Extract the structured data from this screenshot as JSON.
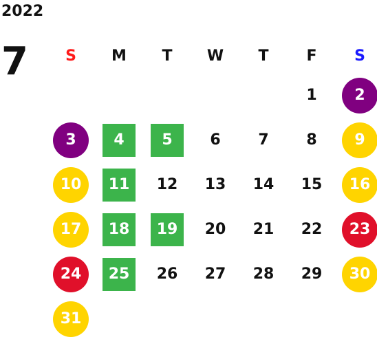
{
  "year": "2022",
  "month": "7",
  "colors": {
    "sunday_header": "#ff1a1a",
    "saturday_header": "#1a1aff",
    "purple": "#800080",
    "yellow": "#ffd400",
    "red": "#e0102a",
    "green": "#3cb44b"
  },
  "weekdays": [
    "S",
    "M",
    "T",
    "W",
    "T",
    "F",
    "S"
  ],
  "days": [
    {
      "label": "1",
      "col": 6,
      "row": 1,
      "style": "none"
    },
    {
      "label": "2",
      "col": 7,
      "row": 1,
      "style": "purple"
    },
    {
      "label": "3",
      "col": 1,
      "row": 2,
      "style": "purple"
    },
    {
      "label": "4",
      "col": 2,
      "row": 2,
      "style": "green"
    },
    {
      "label": "5",
      "col": 3,
      "row": 2,
      "style": "green"
    },
    {
      "label": "6",
      "col": 4,
      "row": 2,
      "style": "none"
    },
    {
      "label": "7",
      "col": 5,
      "row": 2,
      "style": "none"
    },
    {
      "label": "8",
      "col": 6,
      "row": 2,
      "style": "none"
    },
    {
      "label": "9",
      "col": 7,
      "row": 2,
      "style": "yellow"
    },
    {
      "label": "10",
      "col": 1,
      "row": 3,
      "style": "yellow"
    },
    {
      "label": "11",
      "col": 2,
      "row": 3,
      "style": "green"
    },
    {
      "label": "12",
      "col": 3,
      "row": 3,
      "style": "none"
    },
    {
      "label": "13",
      "col": 4,
      "row": 3,
      "style": "none"
    },
    {
      "label": "14",
      "col": 5,
      "row": 3,
      "style": "none"
    },
    {
      "label": "15",
      "col": 6,
      "row": 3,
      "style": "none"
    },
    {
      "label": "16",
      "col": 7,
      "row": 3,
      "style": "yellow"
    },
    {
      "label": "17",
      "col": 1,
      "row": 4,
      "style": "yellow"
    },
    {
      "label": "18",
      "col": 2,
      "row": 4,
      "style": "green"
    },
    {
      "label": "19",
      "col": 3,
      "row": 4,
      "style": "green"
    },
    {
      "label": "20",
      "col": 4,
      "row": 4,
      "style": "none"
    },
    {
      "label": "21",
      "col": 5,
      "row": 4,
      "style": "none"
    },
    {
      "label": "22",
      "col": 6,
      "row": 4,
      "style": "none"
    },
    {
      "label": "23",
      "col": 7,
      "row": 4,
      "style": "red"
    },
    {
      "label": "24",
      "col": 1,
      "row": 5,
      "style": "red"
    },
    {
      "label": "25",
      "col": 2,
      "row": 5,
      "style": "green"
    },
    {
      "label": "26",
      "col": 3,
      "row": 5,
      "style": "none"
    },
    {
      "label": "27",
      "col": 4,
      "row": 5,
      "style": "none"
    },
    {
      "label": "28",
      "col": 5,
      "row": 5,
      "style": "none"
    },
    {
      "label": "29",
      "col": 6,
      "row": 5,
      "style": "none"
    },
    {
      "label": "30",
      "col": 7,
      "row": 5,
      "style": "yellow"
    },
    {
      "label": "31",
      "col": 1,
      "row": 6,
      "style": "yellow"
    }
  ]
}
